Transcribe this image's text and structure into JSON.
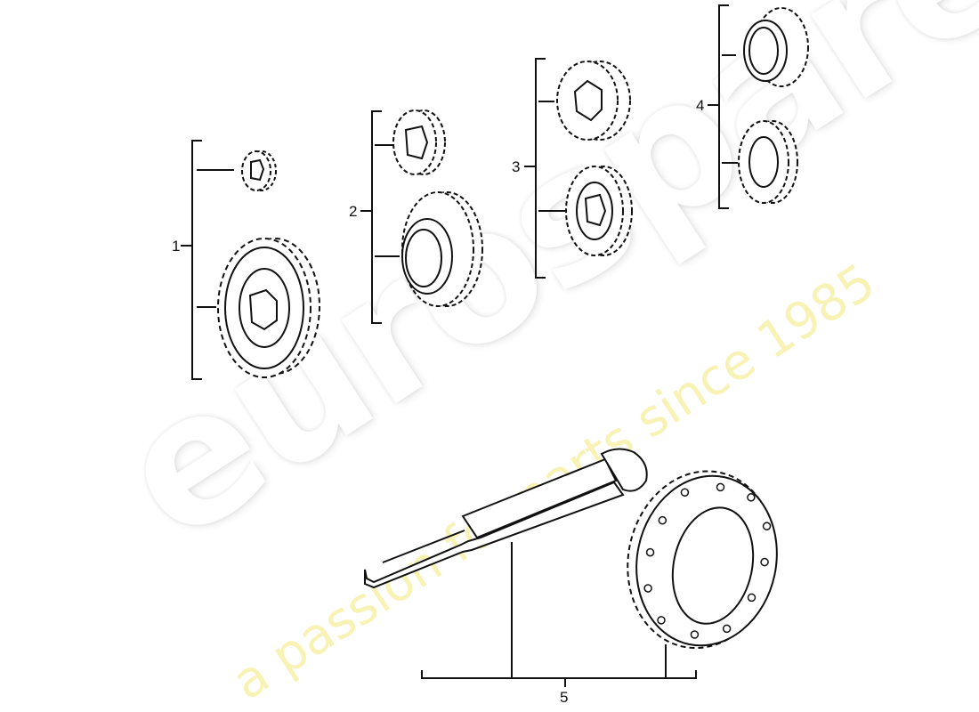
{
  "diagram": {
    "title": "Transmission gear set exploded view",
    "callouts": [
      {
        "id": "1",
        "label": "1",
        "parts": [
          "small pinion gear",
          "large helical gear"
        ]
      },
      {
        "id": "2",
        "label": "2",
        "parts": [
          "small spur gear",
          "helical gear with synchro ring"
        ]
      },
      {
        "id": "3",
        "label": "3",
        "parts": [
          "helical gear",
          "splined helical gear"
        ]
      },
      {
        "id": "4",
        "label": "4",
        "parts": [
          "gear with synchro ring",
          "splined helical gear"
        ]
      },
      {
        "id": "5",
        "label": "5",
        "parts": [
          "pinion shaft",
          "ring gear (crown wheel)"
        ]
      }
    ],
    "line_color": "#111111",
    "background": "#ffffff"
  },
  "watermark": {
    "logo_text": "eurospares",
    "tagline": "a passion for parts since 1985",
    "tagline_color": "#f7f0a8"
  }
}
